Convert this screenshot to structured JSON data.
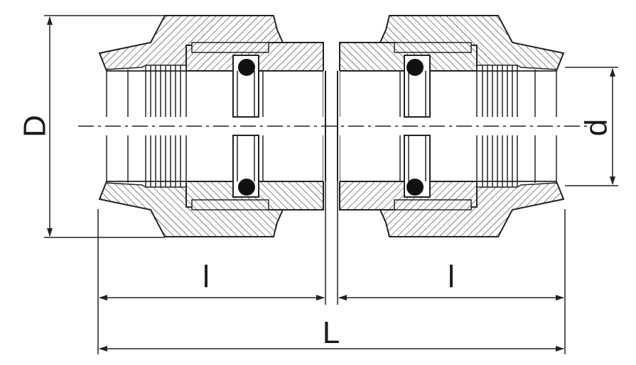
{
  "labels": {
    "outer_diameter": "D",
    "pipe_diameter": "d",
    "insertion_length_left": "l",
    "insertion_length_right": "l",
    "overall_length": "L"
  }
}
